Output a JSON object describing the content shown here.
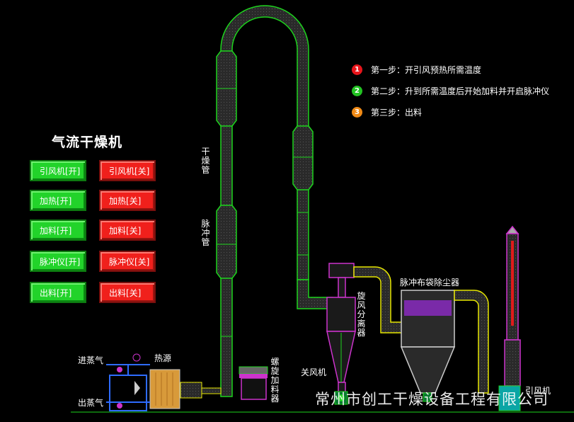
{
  "title": "气流干燥机",
  "controls": [
    {
      "on_label": "引风机[开]",
      "off_label": "引风机[关]"
    },
    {
      "on_label": "加热[开]",
      "off_label": "加热[关]"
    },
    {
      "on_label": "加料[开]",
      "off_label": "加料[关]"
    },
    {
      "on_label": "脉冲仪[开]",
      "off_label": "脉冲仪[关]"
    },
    {
      "on_label": "出料[开]",
      "off_label": "出料[关]"
    }
  ],
  "steps": [
    {
      "num": "1",
      "text": "第一步：开引风预热所需温度",
      "color": "#e8151b"
    },
    {
      "num": "2",
      "text": "第二步：升到所需温度后开始加料并开启脉冲仪",
      "color": "#22c322"
    },
    {
      "num": "3",
      "text": "第三步：出料",
      "color": "#f08a16"
    }
  ],
  "labels": {
    "dry_pipe": "干燥管",
    "pulse_pipe": "脉冲管",
    "cyclone": "旋风分离器",
    "bag_filter": "脉冲布袋除尘器",
    "screw_feeder": "螺旋加料器",
    "airlock": "关风机",
    "fan": "引风机",
    "steam_in": "进蒸气",
    "steam_out": "出蒸气",
    "heat_source": "热源"
  },
  "watermark": "常州市创工干燥设备工程有限公司",
  "colors": {
    "pipe": "#1dd41d",
    "purple": "#cc33cc",
    "yellow": "#e6e600",
    "on": "#22d32a",
    "off": "#f0201c"
  }
}
